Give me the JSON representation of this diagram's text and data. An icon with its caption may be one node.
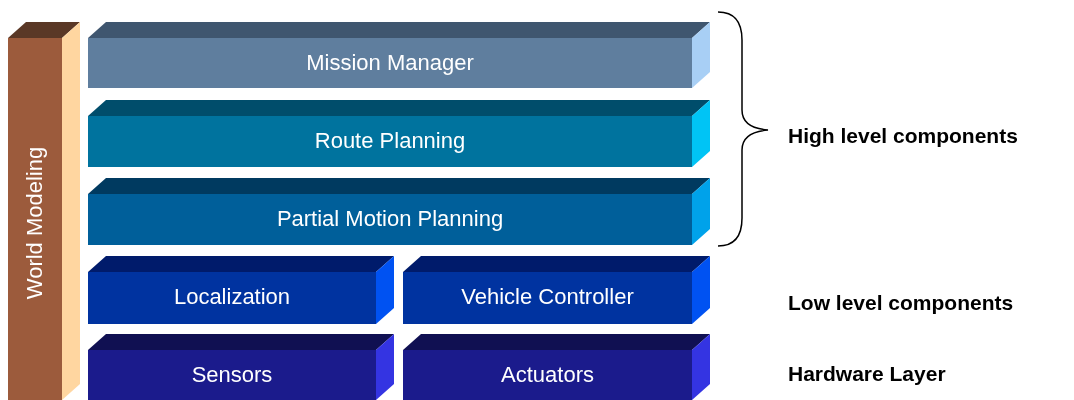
{
  "diagram": {
    "nodes": [
      {
        "text": [
          "World Modeling"
        ]
      },
      {
        "text": [
          "Mission Manager"
        ]
      },
      {
        "text": [
          "Route Planning"
        ]
      },
      {
        "text": [
          "Partial Motion Planning"
        ]
      },
      {
        "text": [
          "Localization"
        ]
      },
      {
        "text": [
          "Vehicle Controller"
        ]
      },
      {
        "text": [
          "Sensors"
        ]
      },
      {
        "text": [
          "Actuators"
        ]
      }
    ],
    "labels": [
      "High level components",
      "Low level components",
      "Hardware Layer"
    ]
  }
}
